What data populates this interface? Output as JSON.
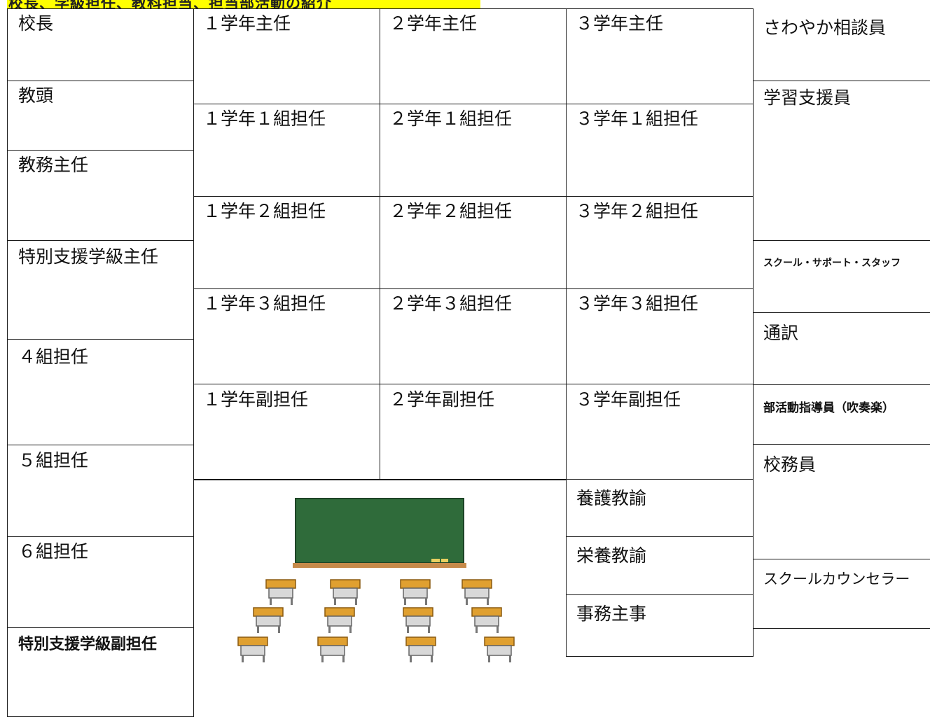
{
  "banner": {
    "text": "校長、学級担任、教科担当、担当部活動の紹介",
    "color": "#ffff00"
  },
  "left_column": [
    "校長",
    "教頭",
    "教務主任",
    "特別支援学級主任",
    "４組担任",
    "５組担任",
    "６組担任",
    "特別支援学級副担任"
  ],
  "grades": {
    "g1": {
      "head": "１学年主任",
      "c1": "１学年１組担任",
      "c2": "１学年２組担任",
      "c3": "１学年３組担任",
      "sub": "１学年副担任"
    },
    "g2": {
      "head": "２学年主任",
      "c1": "２学年１組担任",
      "c2": "２学年２組担任",
      "c3": "２学年３組担任",
      "sub": "２学年副担任"
    },
    "g3": {
      "head": "３学年主任",
      "c1": "３学年１組担任",
      "c2": "３学年２組担任",
      "c3": "３学年３組担任",
      "sub": "３学年副担任"
    }
  },
  "center_staff": [
    "養護教諭",
    "栄養教諭",
    "事務主事"
  ],
  "right_column": [
    "さわやか相談員",
    "学習支援員",
    "スクール・サポート・スタッフ",
    "通訳",
    "部活動指導員（吹奏楽）",
    "校務員",
    "スクールカウンセラー"
  ],
  "illustration": {
    "name": "classroom-illustration",
    "board_color": "#2f6b3a",
    "desk_color": "#e0a030"
  }
}
